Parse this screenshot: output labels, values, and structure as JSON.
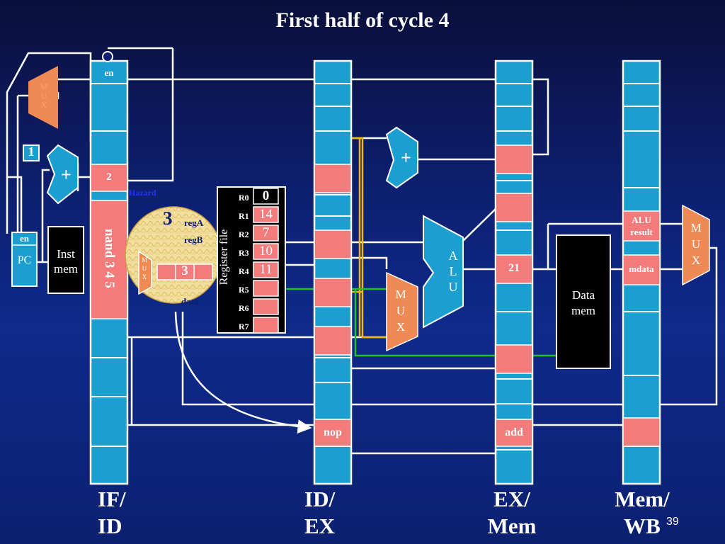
{
  "slide": {
    "title": "First half of cycle 4",
    "page_number": "39"
  },
  "colors": {
    "stage_blue": "#1a9fd0",
    "latch_pink": "#f47b7c",
    "mux_orange": "#f08a55",
    "wire_white": "#ffffff",
    "wire_yellow": "#f5b800",
    "wire_green": "#22c02a",
    "hazard_blue": "#2233ff"
  },
  "pipeline_registers": {
    "if_id": {
      "label_line1": "IF/",
      "label_line2": "ID",
      "en": "en",
      "pc_value": "2",
      "instruction": "nand 3 4 5"
    },
    "id_ex": {
      "label_line1": "ID/",
      "label_line2": "EX",
      "op": "nop"
    },
    "ex_mem": {
      "label_line1": "EX/",
      "label_line2": "Mem",
      "alu_value": "21",
      "op": "add"
    },
    "mem_wb": {
      "label_line1": "Mem/",
      "label_line2": "WB",
      "alu_result": "ALU result",
      "mdata": "mdata"
    }
  },
  "fetch": {
    "pc_en": "en",
    "pc_label": "PC",
    "inst_mem_line1": "Inst",
    "inst_mem_line2": "mem",
    "increment": "1",
    "adder": "+",
    "mux_letters": [
      "M",
      "U",
      "X"
    ]
  },
  "hazard": {
    "label": "Hazard",
    "zoom_value": "3",
    "regA": "regA",
    "regB": "regB",
    "mux_letters": [
      "M",
      "U",
      "X"
    ],
    "data_value": "3",
    "data_label": "data"
  },
  "register_file": {
    "label": "Register file",
    "registers": [
      {
        "name": "R0",
        "value": "0"
      },
      {
        "name": "R1",
        "value": "14"
      },
      {
        "name": "R2",
        "value": "7"
      },
      {
        "name": "R3",
        "value": "10"
      },
      {
        "name": "R4",
        "value": "11"
      },
      {
        "name": "R5",
        "value": ""
      },
      {
        "name": "R6",
        "value": ""
      },
      {
        "name": "R7",
        "value": ""
      }
    ]
  },
  "execute": {
    "branch_adder": "+",
    "alu_letters": [
      "A",
      "L",
      "U"
    ],
    "mux_letters": [
      "M",
      "U",
      "X"
    ]
  },
  "memory": {
    "data_mem_line1": "Data",
    "data_mem_line2": "mem"
  },
  "writeback": {
    "mux_letters": [
      "M",
      "U",
      "X"
    ]
  }
}
